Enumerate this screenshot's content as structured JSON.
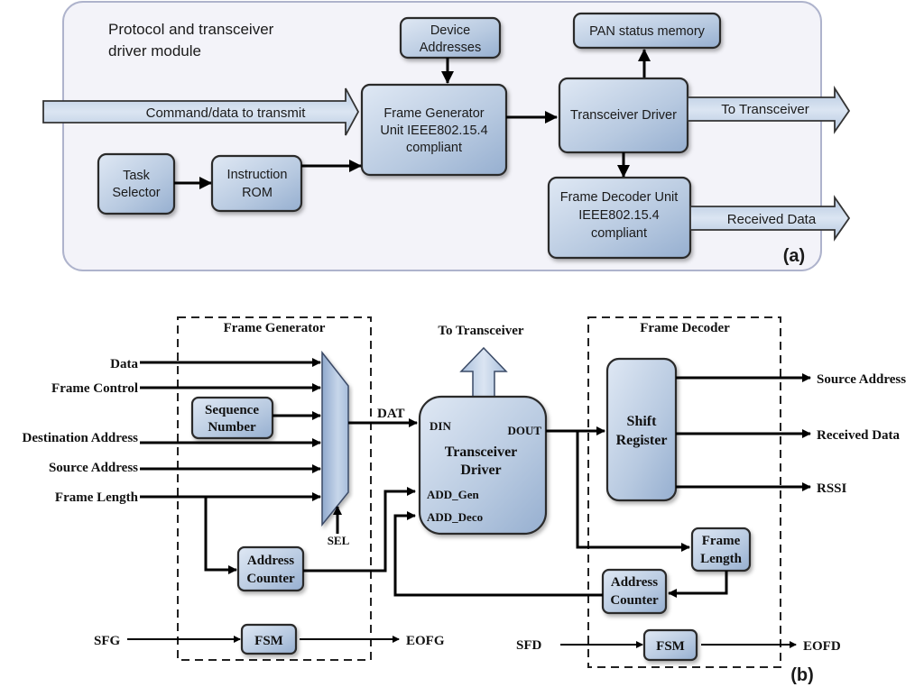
{
  "panel_a": {
    "title_line1": "Protocol and transceiver",
    "title_line2": "driver module",
    "label": "(a)",
    "blocks": {
      "device_addresses": [
        "Device",
        "Addresses"
      ],
      "pan_status_memory": [
        "PAN status memory"
      ],
      "frame_generator_unit": [
        "Frame Generator",
        "Unit IEEE802.15.4",
        "compliant"
      ],
      "transceiver_driver": [
        "Transceiver Driver"
      ],
      "task_selector": [
        "Task",
        "Selector"
      ],
      "instruction_rom": [
        "Instruction",
        "ROM"
      ],
      "frame_decoder_unit": [
        "Frame Decoder Unit",
        "IEEE802.15.4",
        "compliant"
      ]
    },
    "arrows": {
      "command_data": "Command/data to transmit",
      "to_transceiver": "To Transceiver",
      "received_data": "Received Data"
    }
  },
  "panel_b": {
    "label": "(b)",
    "frame_generator": {
      "title": "Frame Generator",
      "inputs": [
        "Data",
        "Frame Control",
        "Destination Address",
        "Source Address",
        "Frame Length"
      ],
      "sequence_number": [
        "Sequence",
        "Number"
      ],
      "address_counter": [
        "Address",
        "Counter"
      ],
      "sel": "SEL",
      "dat": "DAT",
      "fsm": "FSM",
      "fsm_in": "SFG",
      "fsm_out": "EOFG"
    },
    "transceiver_driver": {
      "title": [
        "Transceiver",
        "Driver"
      ],
      "to_transceiver": "To Transceiver",
      "ports": {
        "din": "DIN",
        "dout": "DOUT",
        "add_gen": "ADD_Gen",
        "add_deco": "ADD_Deco"
      }
    },
    "frame_decoder": {
      "title": "Frame Decoder",
      "shift_register": [
        "Shift",
        "Register"
      ],
      "outputs": [
        "Source Address",
        "Received Data",
        "RSSI"
      ],
      "frame_length": [
        "Frame",
        "Length"
      ],
      "address_counter": [
        "Address",
        "Counter"
      ],
      "fsm": "FSM",
      "fsm_in": "SFD",
      "fsm_out": "EOFD"
    }
  }
}
